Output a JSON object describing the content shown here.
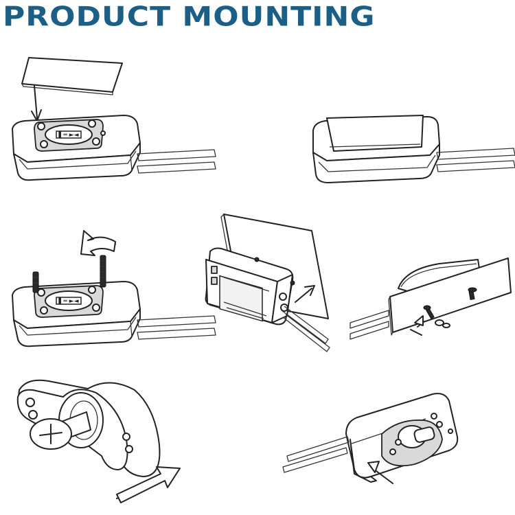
{
  "title": "PRODUCT MOUNTING",
  "colors": {
    "title": "#1c5f86",
    "line": "#222222",
    "background": "#ffffff"
  },
  "steps": [
    {
      "name": "attach-adhesive-pad"
    },
    {
      "name": "pad-attached"
    },
    {
      "name": "insert-studs-and-rotate"
    },
    {
      "name": "mount-through-panel"
    },
    {
      "name": "fasten-rear-screws"
    },
    {
      "name": "mounting-bracket"
    },
    {
      "name": "attach-bracket"
    }
  ]
}
